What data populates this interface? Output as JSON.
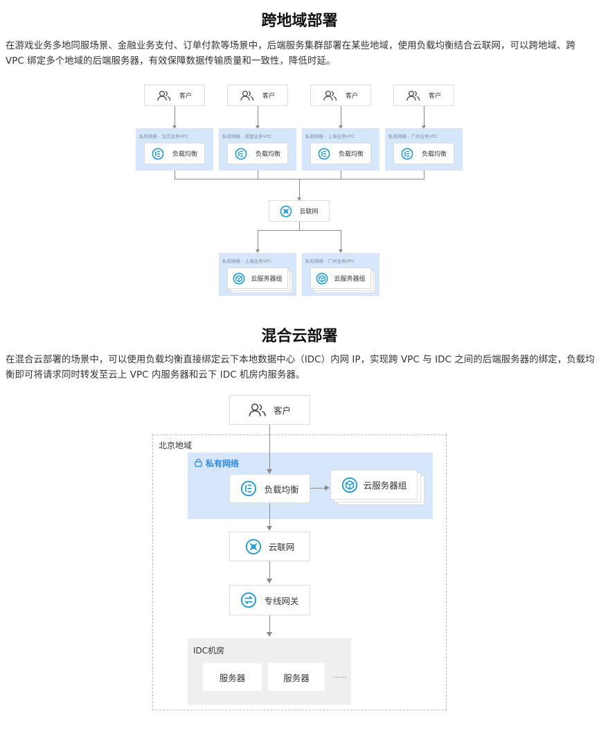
{
  "section1": {
    "title": "跨地域部署",
    "paragraph": "在游戏业务多地同服场景、金融业务支付、订单付款等场景中，后端服务集群部署在某些地域，使用负载均衡结合云联网，可以跨地域、跨 VPC 绑定多个地域的后端服务器，有效保障数据传输质量和一致性，降低时延。",
    "diagram": {
      "clients": [
        "客户",
        "客户",
        "客户",
        "客户"
      ],
      "vpcs": [
        {
          "label": "私有网络 - 北京业务VPC",
          "node": "负载均衡"
        },
        {
          "label": "私有网络 - 成都业务VPC",
          "node": "负载均衡"
        },
        {
          "label": "私有网络 - 上海业务VPC",
          "node": "负载均衡"
        },
        {
          "label": "私有网络 - 广州业务VPC",
          "node": "负载均衡"
        }
      ],
      "ccn": "云联网",
      "backend_vpcs": [
        {
          "label": "私有网络 - 上海业务VPC",
          "node": "云服务器组"
        },
        {
          "label": "私有网络 - 广州业务VPC",
          "node": "云服务器组"
        }
      ]
    }
  },
  "section2": {
    "title": "混合云部署",
    "paragraph": "在混合云部署的场景中，可以使用负载均衡直接绑定云下本地数据中心（IDC）内网 IP，实现跨 VPC 与 IDC 之间的后端服务器的绑定，负载均衡即可将请求同时转发至云上 VPC 内服务器和云下 IDC 机房内服务器。",
    "diagram": {
      "client": "客户",
      "region": "北京地域",
      "vpc": "私有网络",
      "clb": "负载均衡",
      "cvm_group": "云服务器组",
      "ccn": "云联网",
      "gateway": "专线网关",
      "idc": "IDC机房",
      "servers": [
        "服务器",
        "服务器"
      ],
      "ellipsis": "……"
    }
  },
  "colors": {
    "vpc_fill": "#d6e6fb",
    "icon_blue": "#1a9bd7",
    "vpc_title": "#2e8be0"
  },
  "icons": [
    "user-icon",
    "load-balancer-icon",
    "ccn-icon",
    "cvm-group-icon",
    "lock-icon",
    "gateway-icon"
  ]
}
